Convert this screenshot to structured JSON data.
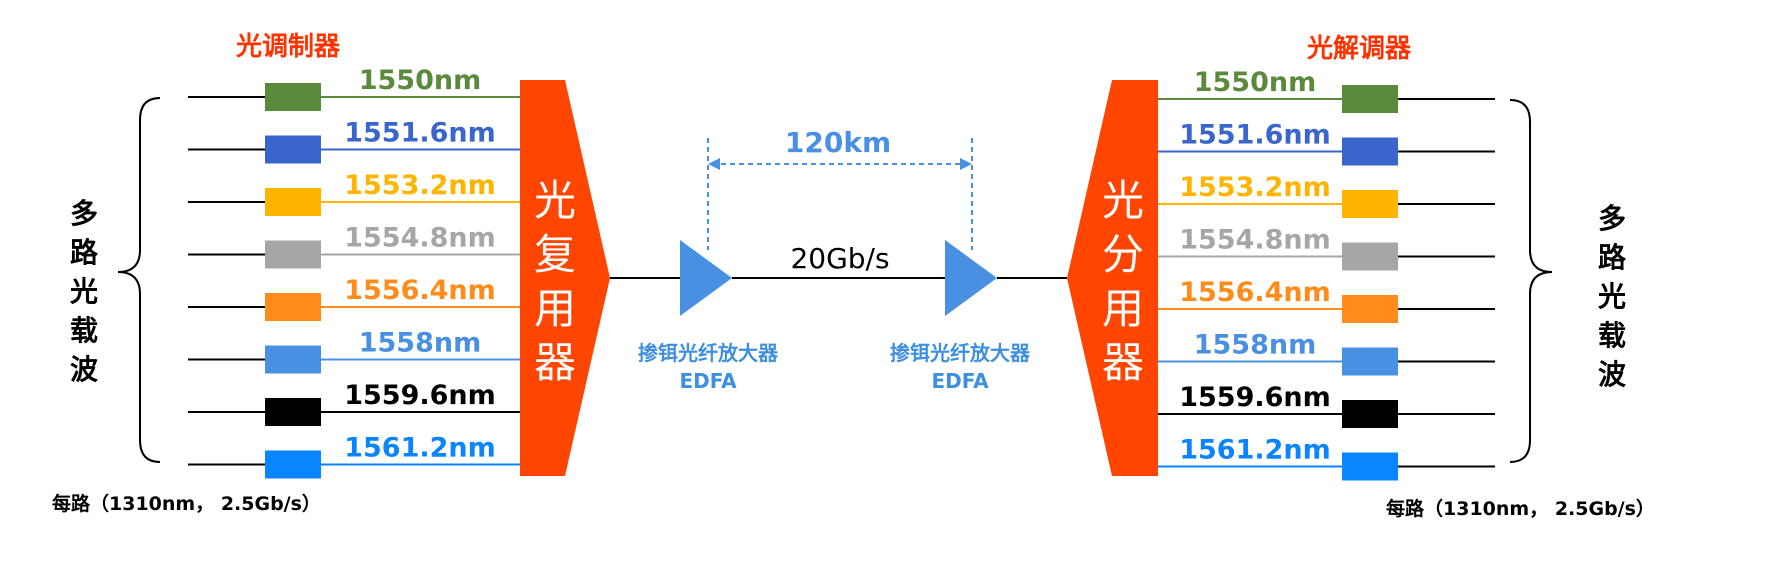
{
  "left": {
    "modulator_title": "光调制器",
    "multiplexer_label": "光复用器",
    "carrier_label": "多路光载波",
    "per_channel_note": "每路（1310nm， 2.5Gb/s）"
  },
  "right": {
    "demodulator_title": "光解调器",
    "demultiplexer_label": "光分用器",
    "carrier_label": "多路光载波",
    "per_channel_note": "每路（1310nm， 2.5Gb/s）"
  },
  "link": {
    "distance": "120km",
    "rate": "20Gb/s",
    "amplifiers": [
      {
        "name": "掺铒光纤放大器",
        "abbr": "EDFA"
      },
      {
        "name": "掺铒光纤放大器",
        "abbr": "EDFA"
      }
    ]
  },
  "channels": [
    {
      "wavelength": "1550nm",
      "color": "#5B8A3C"
    },
    {
      "wavelength": "1551.6nm",
      "color": "#3A66CC"
    },
    {
      "wavelength": "1553.2nm",
      "color": "#FFB400"
    },
    {
      "wavelength": "1554.8nm",
      "color": "#A6A6A6"
    },
    {
      "wavelength": "1556.4nm",
      "color": "#FF8C1A"
    },
    {
      "wavelength": "1558nm",
      "color": "#4A90E2"
    },
    {
      "wavelength": "1559.6nm",
      "color": "#000000"
    },
    {
      "wavelength": "1561.2nm",
      "color": "#0A84FF"
    }
  ],
  "colors": {
    "mux_fill": "#FF4500",
    "title_red": "#FF3300",
    "amplifier_blue": "#4A90E2",
    "edfa_text_blue": "#3F8FE0",
    "dim_blue": "#4A90E2"
  }
}
